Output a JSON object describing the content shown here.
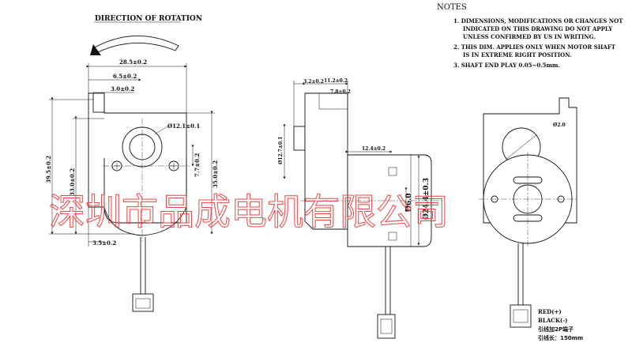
{
  "title": "DIRECTION OF ROTATION",
  "notes": {
    "heading": "NOTES",
    "items": [
      "1.  DIMENSIONS, MODIFICATIONS OR CHANGES NOT",
      "INDICATED ON THIS DRAWING DO NOT APPLY",
      "UNLESS CONFIRMED BY US IN WRITING.",
      "2.  THIS DIM. APPLIES ONLY WHEN MOTOR SHAFT",
      "IS IN EXTREME RIGHT POSITION.",
      "3.  SHAFT END PLAY 0.05~0.5mm."
    ]
  },
  "front_view": {
    "dims": {
      "width_total": "28.5±0.2",
      "shaft_offset": "6.5±0.2",
      "shaft_width": "3.0±0.2",
      "height_total": "39.5±0.2",
      "height_body": "33.0±0.2",
      "height_right": "35.0±0.2",
      "hole_offset": "7.7±0.2",
      "boss_dia": "Ø12.1±0.1",
      "bottom_offset": "3.5±0.2"
    }
  },
  "side_view": {
    "dims": {
      "shaft_len": "3.2±0.2",
      "gear_len": "11.2±0.2",
      "gear_offset": "7.8±0.2",
      "motor_len": "12.4±0.2",
      "boss_dia": "Ø12.7±0.1",
      "shaft_dia": "Ø6.0",
      "motor_dia": "Ø24.4±0.3"
    }
  },
  "rear_view": {
    "hole_label": "Ø2.0"
  },
  "wires": {
    "red": "RED(+)",
    "black": "BLACK(-)",
    "connector": "引线加2P端子",
    "length": "引线长：150mm"
  },
  "watermark": "深圳市品成电机有限公司"
}
